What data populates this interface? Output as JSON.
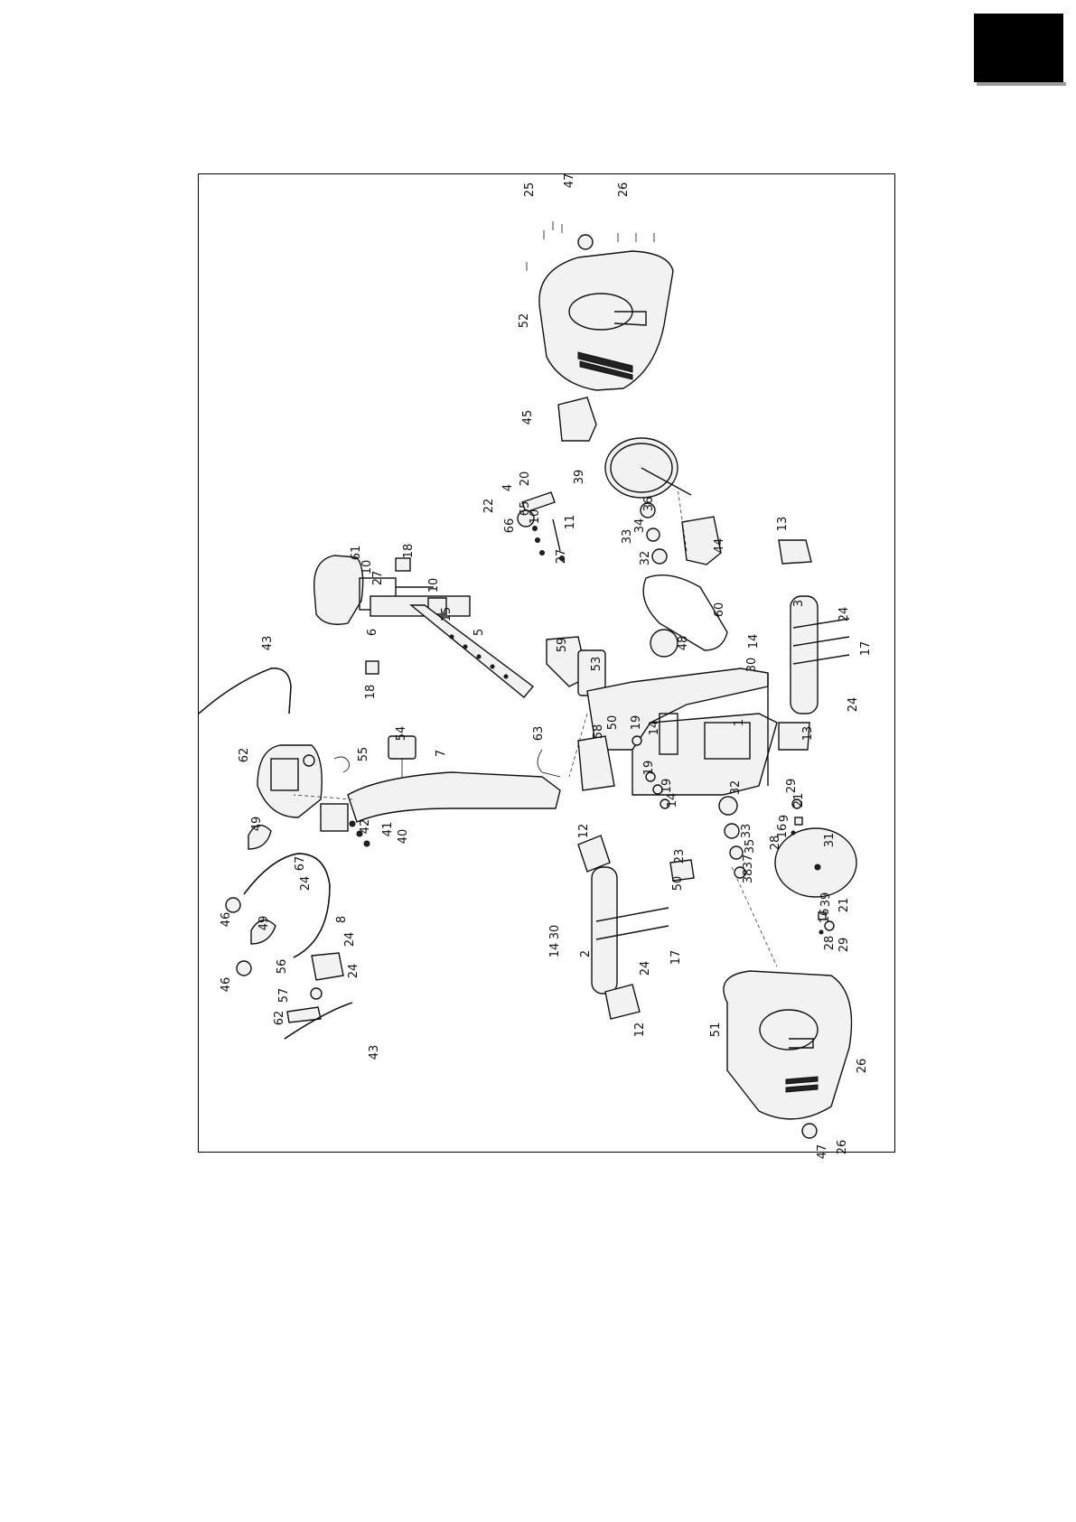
{
  "page": {
    "corner_tab_color": "#000000"
  },
  "parts": [
    {
      "id": "25-top",
      "text": "25"
    },
    {
      "id": "47-top",
      "text": "47"
    },
    {
      "id": "26-top",
      "text": "26"
    },
    {
      "id": "52",
      "text": "52"
    },
    {
      "id": "45",
      "text": "45"
    },
    {
      "id": "39-wheel",
      "text": "39"
    },
    {
      "id": "20",
      "text": "20"
    },
    {
      "id": "4",
      "text": "4"
    },
    {
      "id": "22",
      "text": "22"
    },
    {
      "id": "65",
      "text": "65"
    },
    {
      "id": "10a",
      "text": "10"
    },
    {
      "id": "66",
      "text": "66"
    },
    {
      "id": "11",
      "text": "11"
    },
    {
      "id": "27a",
      "text": "27"
    },
    {
      "id": "36",
      "text": "36"
    },
    {
      "id": "34",
      "text": "34"
    },
    {
      "id": "33a",
      "text": "33"
    },
    {
      "id": "32a",
      "text": "32"
    },
    {
      "id": "44",
      "text": "44"
    },
    {
      "id": "13a",
      "text": "13"
    },
    {
      "id": "61",
      "text": "61"
    },
    {
      "id": "18a",
      "text": "18"
    },
    {
      "id": "10b",
      "text": "10"
    },
    {
      "id": "27b",
      "text": "27"
    },
    {
      "id": "10c",
      "text": "10"
    },
    {
      "id": "15",
      "text": "15"
    },
    {
      "id": "5",
      "text": "5"
    },
    {
      "id": "6",
      "text": "6"
    },
    {
      "id": "18b",
      "text": "18"
    },
    {
      "id": "60",
      "text": "60"
    },
    {
      "id": "3",
      "text": "3"
    },
    {
      "id": "24a",
      "text": "24"
    },
    {
      "id": "17a",
      "text": "17"
    },
    {
      "id": "14a",
      "text": "14"
    },
    {
      "id": "30a",
      "text": "30"
    },
    {
      "id": "43a",
      "text": "43"
    },
    {
      "id": "59",
      "text": "59"
    },
    {
      "id": "53",
      "text": "53"
    },
    {
      "id": "48",
      "text": "48"
    },
    {
      "id": "24b",
      "text": "24"
    },
    {
      "id": "13b",
      "text": "13"
    },
    {
      "id": "1",
      "text": "1"
    },
    {
      "id": "62a",
      "text": "62"
    },
    {
      "id": "54",
      "text": "54"
    },
    {
      "id": "55",
      "text": "55"
    },
    {
      "id": "63",
      "text": "63"
    },
    {
      "id": "58",
      "text": "58"
    },
    {
      "id": "50a",
      "text": "50"
    },
    {
      "id": "19a",
      "text": "19"
    },
    {
      "id": "14b",
      "text": "14"
    },
    {
      "id": "7",
      "text": "7"
    },
    {
      "id": "19b",
      "text": "19"
    },
    {
      "id": "19c",
      "text": "19"
    },
    {
      "id": "14c",
      "text": "14"
    },
    {
      "id": "29a",
      "text": "29"
    },
    {
      "id": "21a",
      "text": "21"
    },
    {
      "id": "9",
      "text": "9"
    },
    {
      "id": "16a",
      "text": "16"
    },
    {
      "id": "28a",
      "text": "28"
    },
    {
      "id": "49a",
      "text": "49"
    },
    {
      "id": "42",
      "text": "42"
    },
    {
      "id": "41",
      "text": "41"
    },
    {
      "id": "40",
      "text": "40"
    },
    {
      "id": "67",
      "text": "67"
    },
    {
      "id": "24c",
      "text": "24"
    },
    {
      "id": "12a",
      "text": "12"
    },
    {
      "id": "23",
      "text": "23"
    },
    {
      "id": "32b",
      "text": "32"
    },
    {
      "id": "33b",
      "text": "33"
    },
    {
      "id": "35",
      "text": "35"
    },
    {
      "id": "37",
      "text": "37"
    },
    {
      "id": "38",
      "text": "38"
    },
    {
      "id": "50b",
      "text": "50"
    },
    {
      "id": "31",
      "text": "31"
    },
    {
      "id": "46a",
      "text": "46"
    },
    {
      "id": "8",
      "text": "8"
    },
    {
      "id": "24d",
      "text": "24"
    },
    {
      "id": "30b",
      "text": "30"
    },
    {
      "id": "14d",
      "text": "14"
    },
    {
      "id": "2",
      "text": "2"
    },
    {
      "id": "17b",
      "text": "17"
    },
    {
      "id": "24e",
      "text": "24"
    },
    {
      "id": "16b",
      "text": "16"
    },
    {
      "id": "39b",
      "text": "39"
    },
    {
      "id": "21b",
      "text": "21"
    },
    {
      "id": "28b",
      "text": "28"
    },
    {
      "id": "29b",
      "text": "29"
    },
    {
      "id": "49b",
      "text": "49"
    },
    {
      "id": "46b",
      "text": "46"
    },
    {
      "id": "56",
      "text": "56"
    },
    {
      "id": "24f",
      "text": "24"
    },
    {
      "id": "57",
      "text": "57"
    },
    {
      "id": "62b",
      "text": "62"
    },
    {
      "id": "43b",
      "text": "43"
    },
    {
      "id": "12b",
      "text": "12"
    },
    {
      "id": "51",
      "text": "51"
    },
    {
      "id": "26b",
      "text": "26"
    },
    {
      "id": "47b",
      "text": "47"
    },
    {
      "id": "26c",
      "text": "26"
    }
  ]
}
